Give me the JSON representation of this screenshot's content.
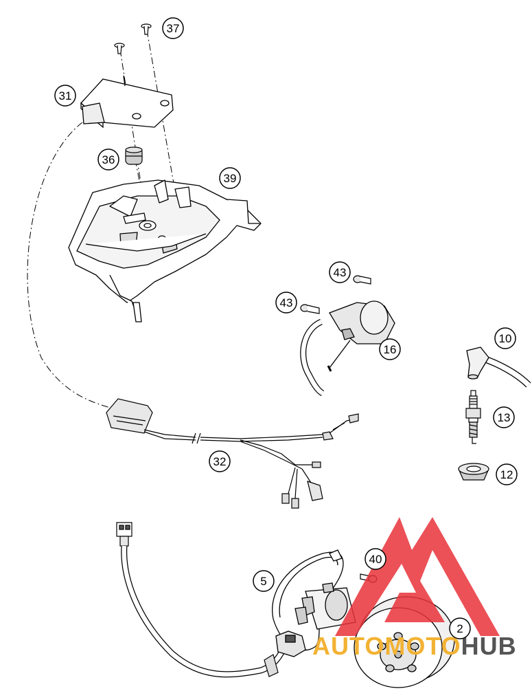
{
  "callouts": [
    "37",
    "31",
    "36",
    "39",
    "43",
    "43",
    "16",
    "10",
    "13",
    "12",
    "32",
    "40",
    "5",
    "2"
  ],
  "watermark": {
    "text_part1": "AUTOMOTO",
    "text_part2": "HUB",
    "color_logo": "#e8333a",
    "color_part1": "#f2b233",
    "color_part2": "#555555"
  }
}
